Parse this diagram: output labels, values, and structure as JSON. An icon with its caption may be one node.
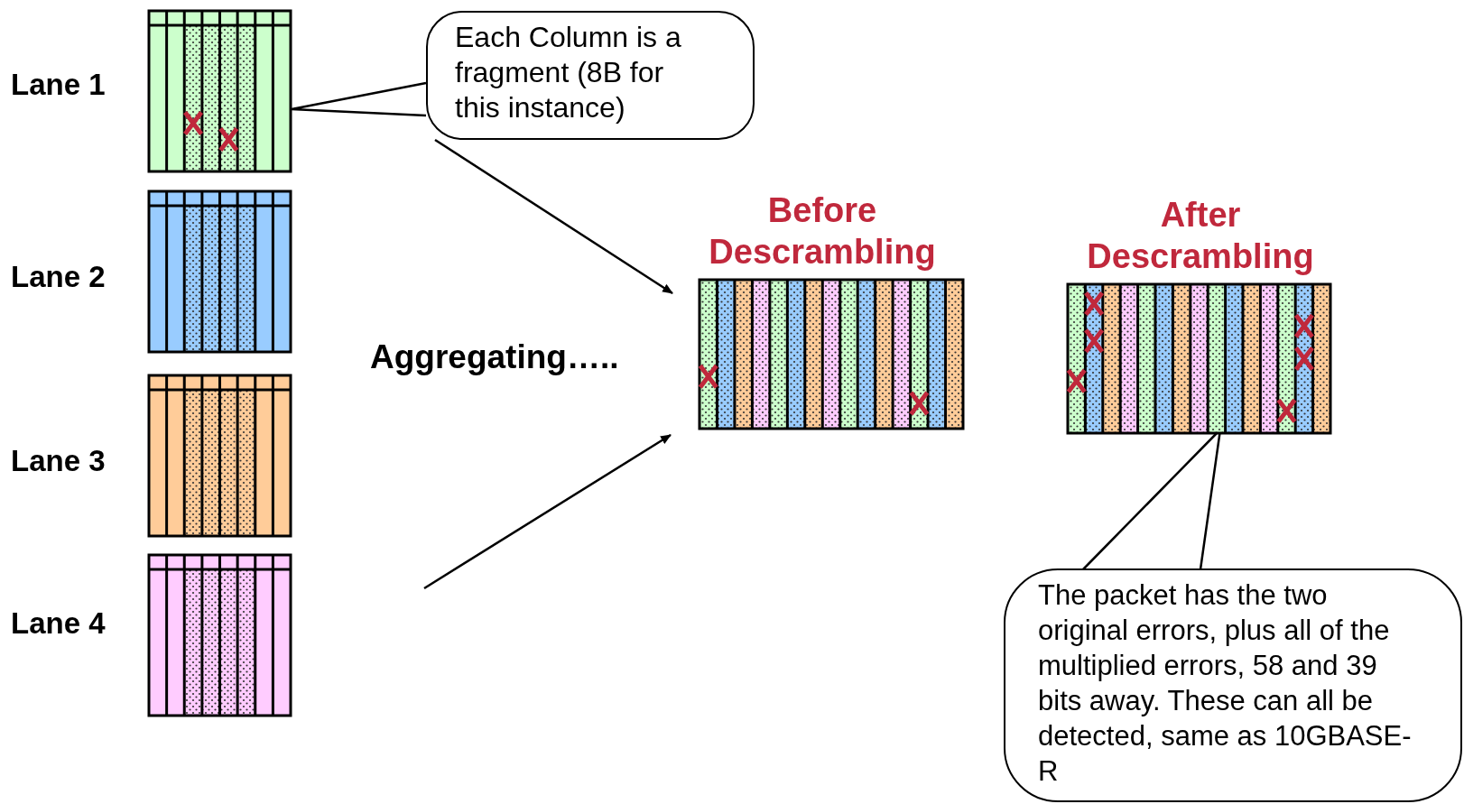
{
  "diagram": {
    "nodes": [
      {
        "text": [],
        "shape": "box",
        "beside": [
          "Lane 1"
        ]
      },
      {
        "text": [],
        "shape": "box",
        "beside": [
          "Lane 2"
        ]
      },
      {
        "text": [],
        "shape": "box",
        "beside": [
          "Lane 3"
        ]
      },
      {
        "text": [],
        "shape": "box",
        "beside": [
          "Lane 4"
        ]
      },
      {
        "text": [
          "Each Column is a fragment (8B for this instance)"
        ]
      },
      {
        "text": [],
        "shape": "box",
        "beside": [
          "Before Descrambling"
        ]
      },
      {
        "text": [],
        "shape": "box",
        "beside": [
          "After Descrambling"
        ]
      },
      {
        "text": [
          "The packet has the two original errors, plus all of the multiplied errors, 58 and 39 bits away. These can all be detected, same as 10GBASE-R"
        ]
      }
    ],
    "edges": [
      {
        "from": 4,
        "to": 0,
        "arrow": "none"
      },
      {
        "from": 4,
        "to": 5,
        "arrow": "to"
      },
      {
        "from": null,
        "to": 5,
        "arrow": "to"
      },
      {
        "from": 7,
        "to": 6,
        "arrow": "none"
      }
    ],
    "labels": [
      "Aggregating….."
    ]
  }
}
